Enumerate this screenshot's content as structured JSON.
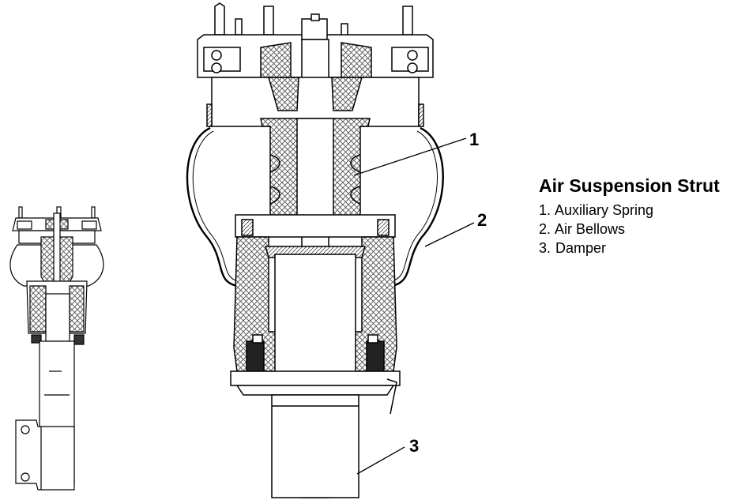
{
  "legend": {
    "title": "Air Suspension Strut",
    "items": [
      {
        "number": "1.",
        "label": "Auxiliary Spring"
      },
      {
        "number": "2.",
        "label": "Air Bellows"
      },
      {
        "number": "3.",
        "label": "Damper"
      }
    ]
  },
  "callouts": {
    "c1": "1",
    "c2": "2",
    "c3": "3"
  }
}
